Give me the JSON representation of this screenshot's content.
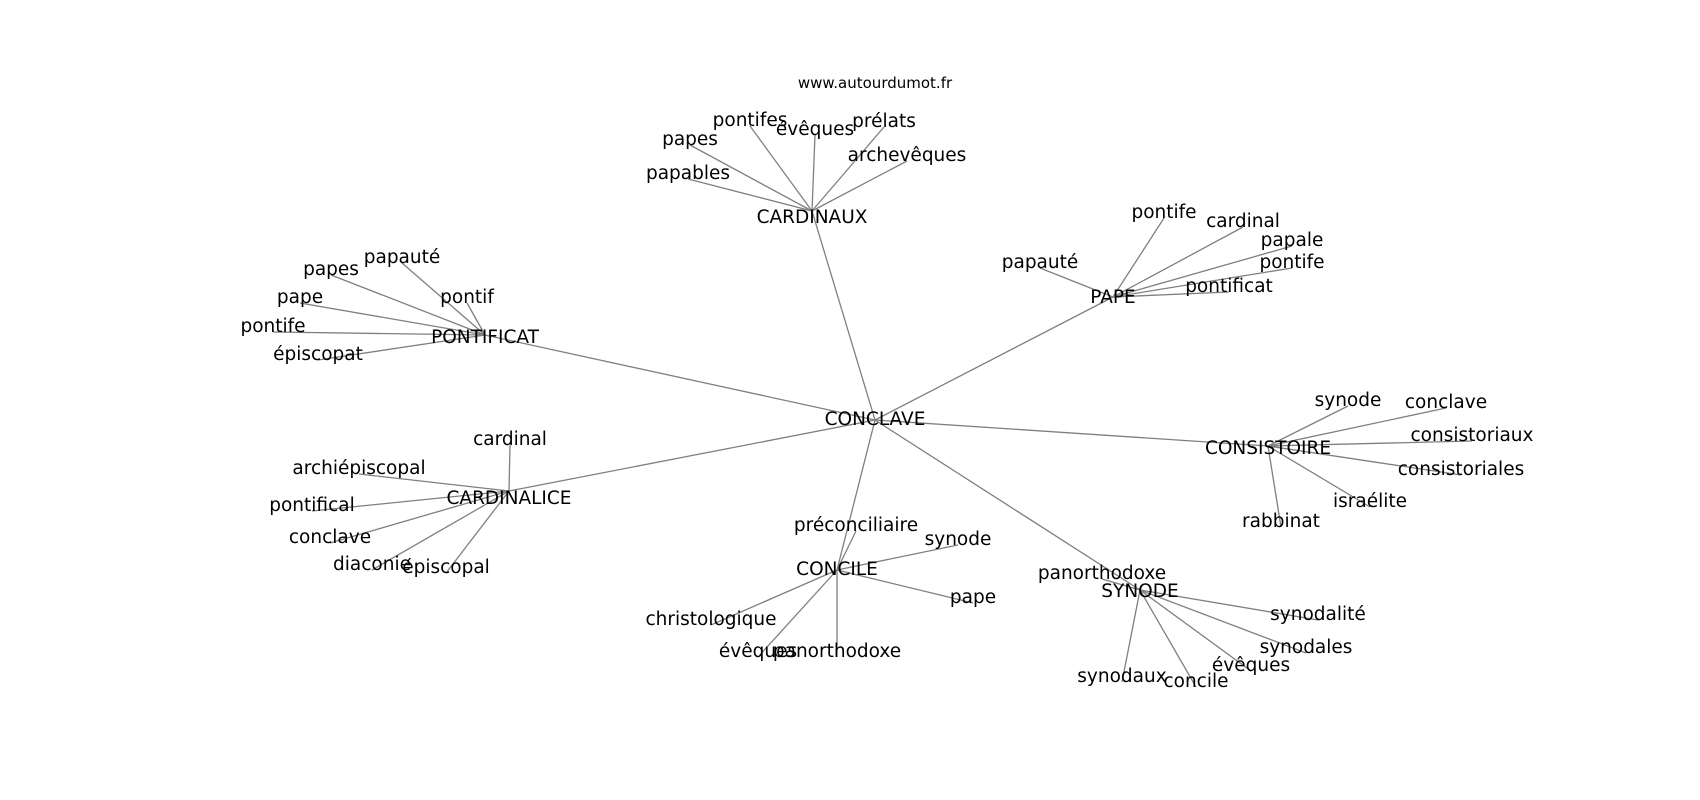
{
  "watermark": "www.autourdumot.fr",
  "center": "CONCLAVE",
  "clusters": [
    {
      "label": "CARDINAUX",
      "leaves": [
        "pontifes",
        "évêques",
        "prélats",
        "papes",
        "archevêques",
        "papables"
      ]
    },
    {
      "label": "PAPE",
      "leaves": [
        "pontife",
        "cardinal",
        "papauté",
        "papale",
        "pontife",
        "pontificat"
      ]
    },
    {
      "label": "PONTIFICAT",
      "leaves": [
        "papauté",
        "papes",
        "pape",
        "pontif",
        "pontife",
        "épiscopat"
      ]
    },
    {
      "label": "CONSISTOIRE",
      "leaves": [
        "synode",
        "conclave",
        "consistoriaux",
        "consistoriales",
        "israélite",
        "rabbinat"
      ]
    },
    {
      "label": "CARDINALICE",
      "leaves": [
        "cardinal",
        "archiépiscopal",
        "pontifical",
        "conclave",
        "diaconie",
        "épiscopal"
      ]
    },
    {
      "label": "CONCILE",
      "leaves": [
        "préconciliaire",
        "synode",
        "pape",
        "christologique",
        "évêques",
        "panorthodoxe"
      ]
    },
    {
      "label": "SYNODE",
      "leaves": [
        "panorthodoxe",
        "synodalité",
        "synodales",
        "évêques",
        "synodaux",
        "concile"
      ]
    }
  ]
}
